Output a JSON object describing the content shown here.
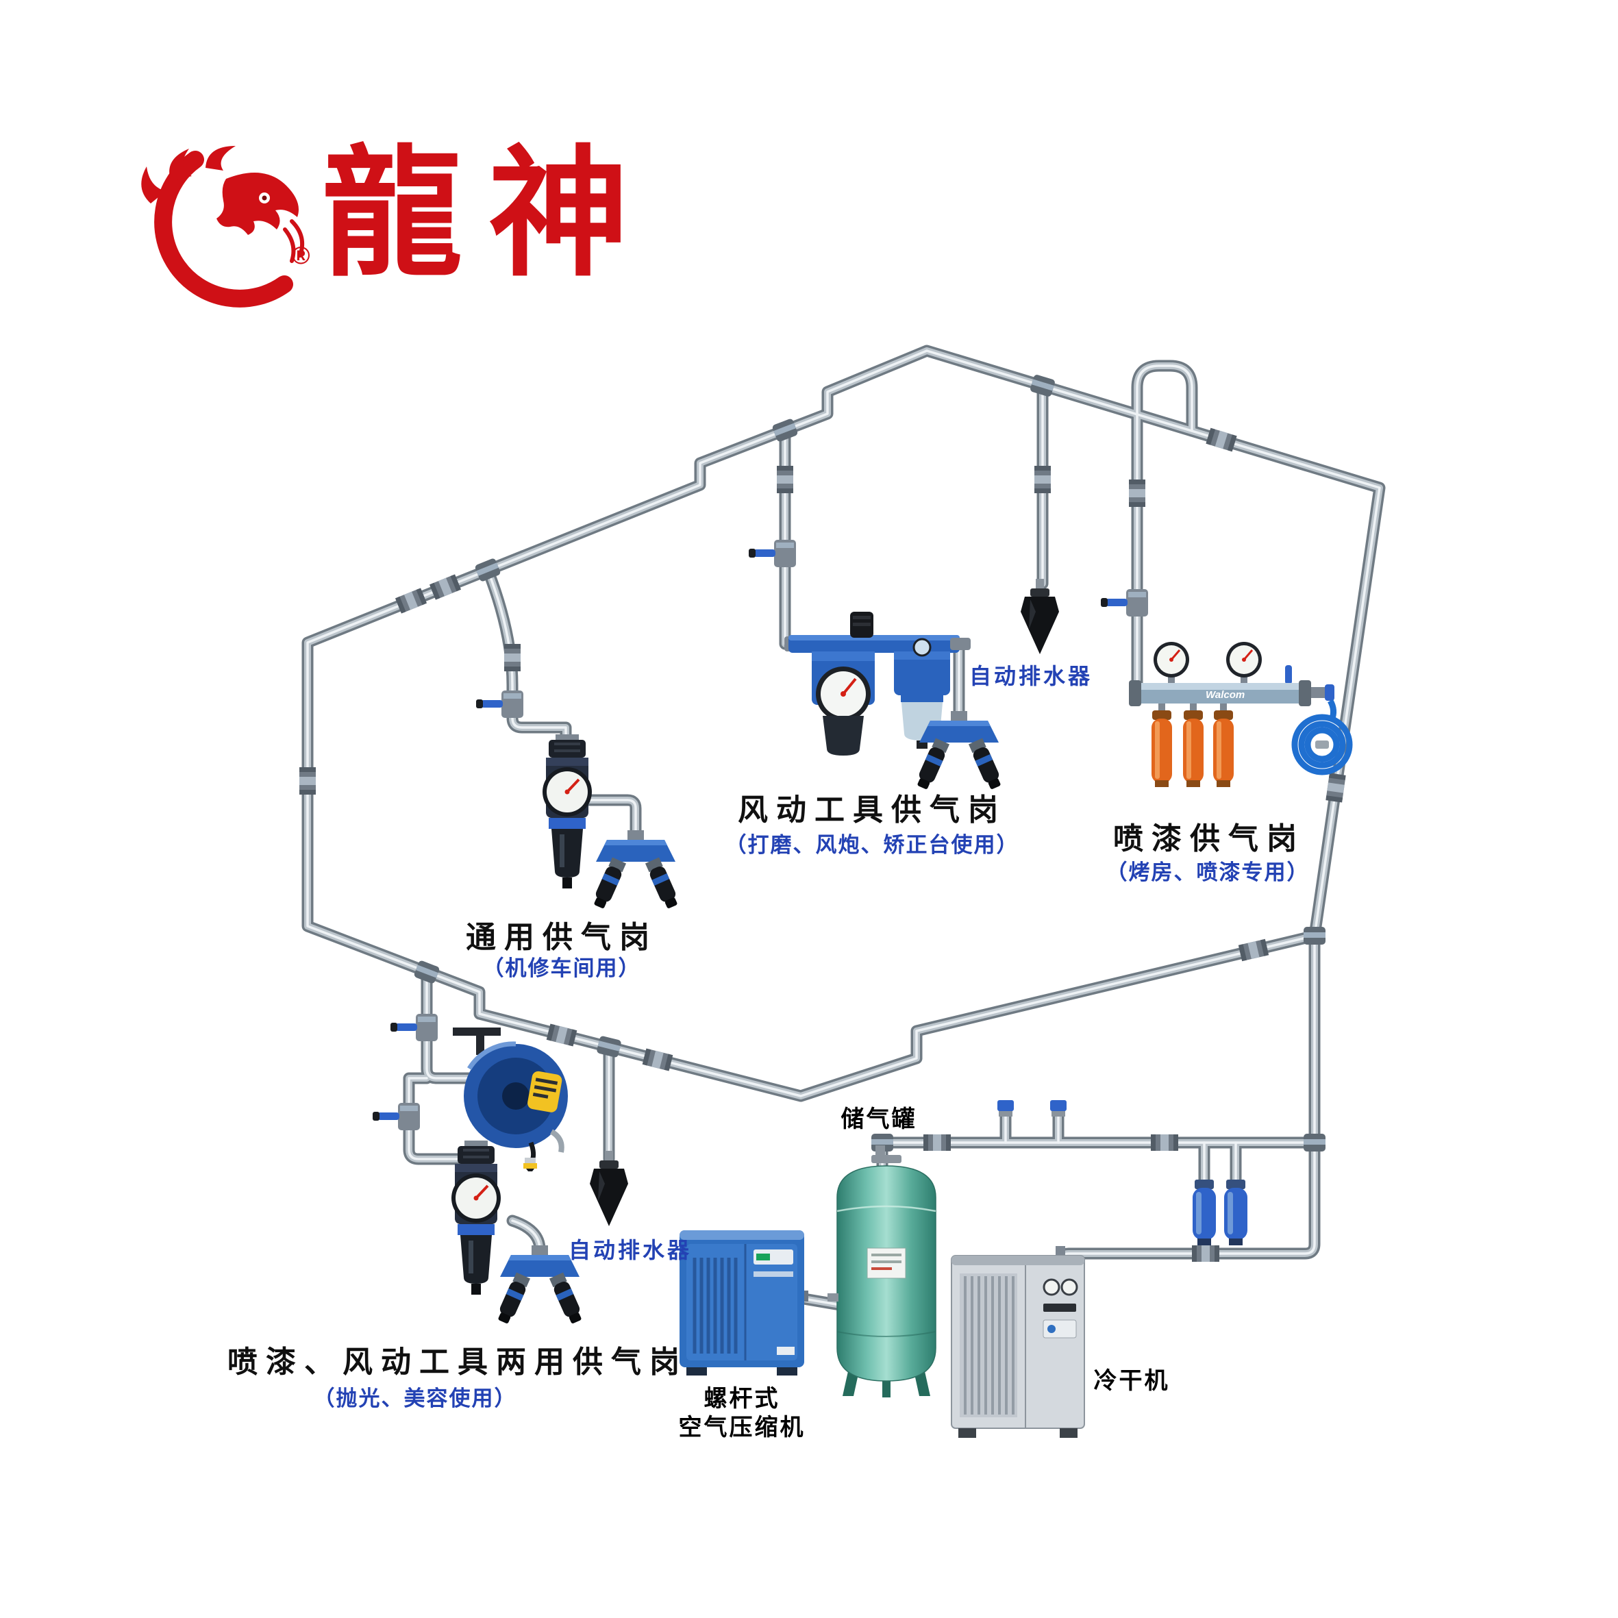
{
  "brand": {
    "name": "龍神",
    "registered_mark": "®"
  },
  "stations": {
    "pneumatic": {
      "title": "风动工具供气岗",
      "subtitle": "（打磨、风炮、矫正台使用）"
    },
    "paint": {
      "title": "喷漆供气岗",
      "subtitle": "（烤房、喷漆专用）"
    },
    "general": {
      "title": "通用供气岗",
      "subtitle": "（机修车间用）"
    },
    "dual": {
      "title": "喷漆、风动工具两用供气岗",
      "subtitle": "（抛光、美容使用）"
    }
  },
  "labels": {
    "auto_drain_top": "自动排水器",
    "auto_drain_bottom": "自动排水器",
    "air_tank": "储气罐",
    "compressor_line1": "螺杆式",
    "compressor_line2": "空气压缩机",
    "dryer": "冷干机"
  },
  "equipment_marks": {
    "paint_manifold_brand": "Walcom"
  },
  "colors": {
    "brand_red": "#cf1016",
    "label_blue": "#2342b4",
    "label_black": "#111111",
    "pipe_gray": "#6f7a83",
    "pipe_highlight": "#eef2f5",
    "equipment_blue": "#2a63bd",
    "valve_blue": "#2f63c9",
    "tank_teal": "#58ab99",
    "filter_orange": "#e2661c",
    "drain_black": "#111316"
  }
}
